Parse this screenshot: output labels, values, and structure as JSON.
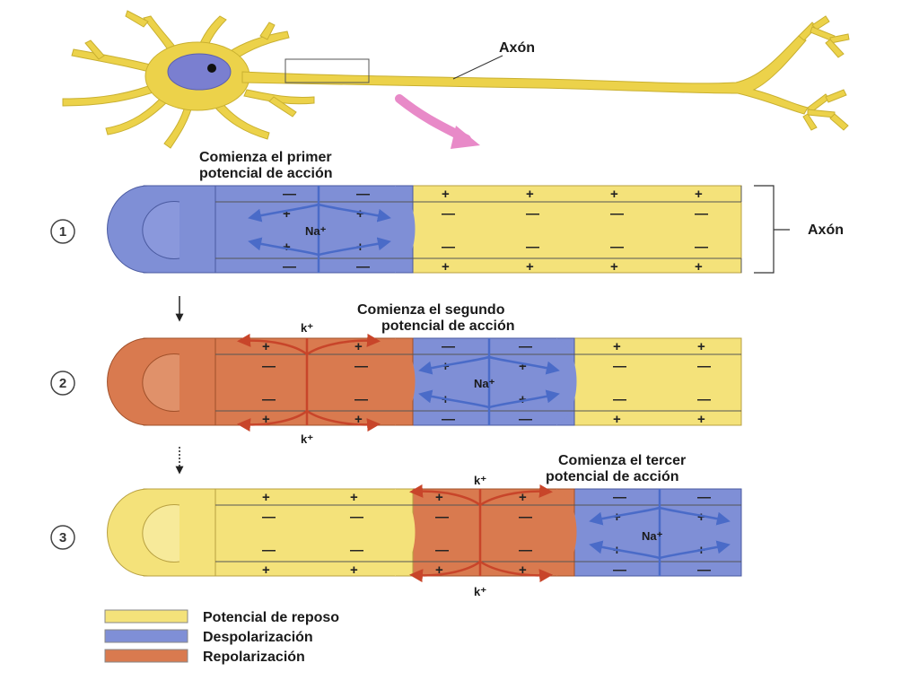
{
  "neuron": {
    "axon_label": "Axón"
  },
  "stages": [
    {
      "number": "1",
      "caption_line1": "Comienza el primer",
      "caption_line2": "potencial de acción",
      "na_label": "Na⁺",
      "k_label": "",
      "axon_bracket_label": "Axón"
    },
    {
      "number": "2",
      "caption_line1": "Comienza el segundo",
      "caption_line2": "potencial de acción",
      "na_label": "Na⁺",
      "k_label": "k⁺"
    },
    {
      "number": "3",
      "caption_line1": "Comienza el tercer",
      "caption_line2": "potencial de acción",
      "na_label": "Na⁺",
      "k_label": "k⁺"
    }
  ],
  "signs": {
    "plus": "+",
    "minus": "—"
  },
  "legend": [
    {
      "label": "Potencial de reposo",
      "color": "#f4e27a"
    },
    {
      "label": "Despolarización",
      "color": "#7f8fd6"
    },
    {
      "label": "Repolarización",
      "color": "#d97a4f"
    }
  ],
  "colors": {
    "resting": "#f4e27a",
    "depolarization": "#7f8fd6",
    "repolarization": "#d97a4f",
    "neuron": "#ecd24a",
    "nucleus": "#7a7fd0",
    "na_arrow": "#4a6bc8",
    "k_arrow": "#c8452a",
    "pink_arrow": "#e88ac8"
  }
}
